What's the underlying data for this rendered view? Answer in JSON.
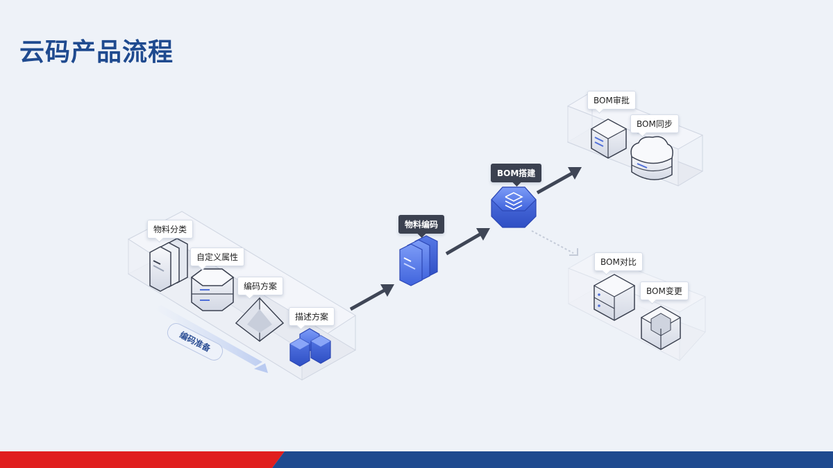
{
  "header": {
    "title": "云码产品流程"
  },
  "prep_stage": {
    "badge": "编码准备",
    "items": [
      {
        "label": "物料分类",
        "icon": "stacked-files-icon"
      },
      {
        "label": "自定义属性",
        "icon": "hexagon-server-icon"
      },
      {
        "label": "编码方案",
        "icon": "pyramid-icon"
      },
      {
        "label": "描述方案",
        "icon": "honeycomb-icon"
      }
    ]
  },
  "material_code": {
    "label": "物料编码",
    "icon": "blue-files-icon"
  },
  "bom_build": {
    "label": "BOM搭建",
    "icon": "blue-hexagon-layers-icon"
  },
  "top_group": {
    "items": [
      {
        "label": "BOM审批",
        "icon": "cube-doc-icon"
      },
      {
        "label": "BOM同步",
        "icon": "cloud-storage-icon"
      }
    ]
  },
  "bottom_group": {
    "items": [
      {
        "label": "BOM对比",
        "icon": "server-cube-icon"
      },
      {
        "label": "BOM变更",
        "icon": "hollow-cube-icon"
      }
    ]
  },
  "colors": {
    "title": "#1f4a8f",
    "footer_red": "#e01e1e",
    "footer_blue": "#1f4a8f",
    "accent_blue": "#4f76ea",
    "arrow": "#3f4656"
  }
}
